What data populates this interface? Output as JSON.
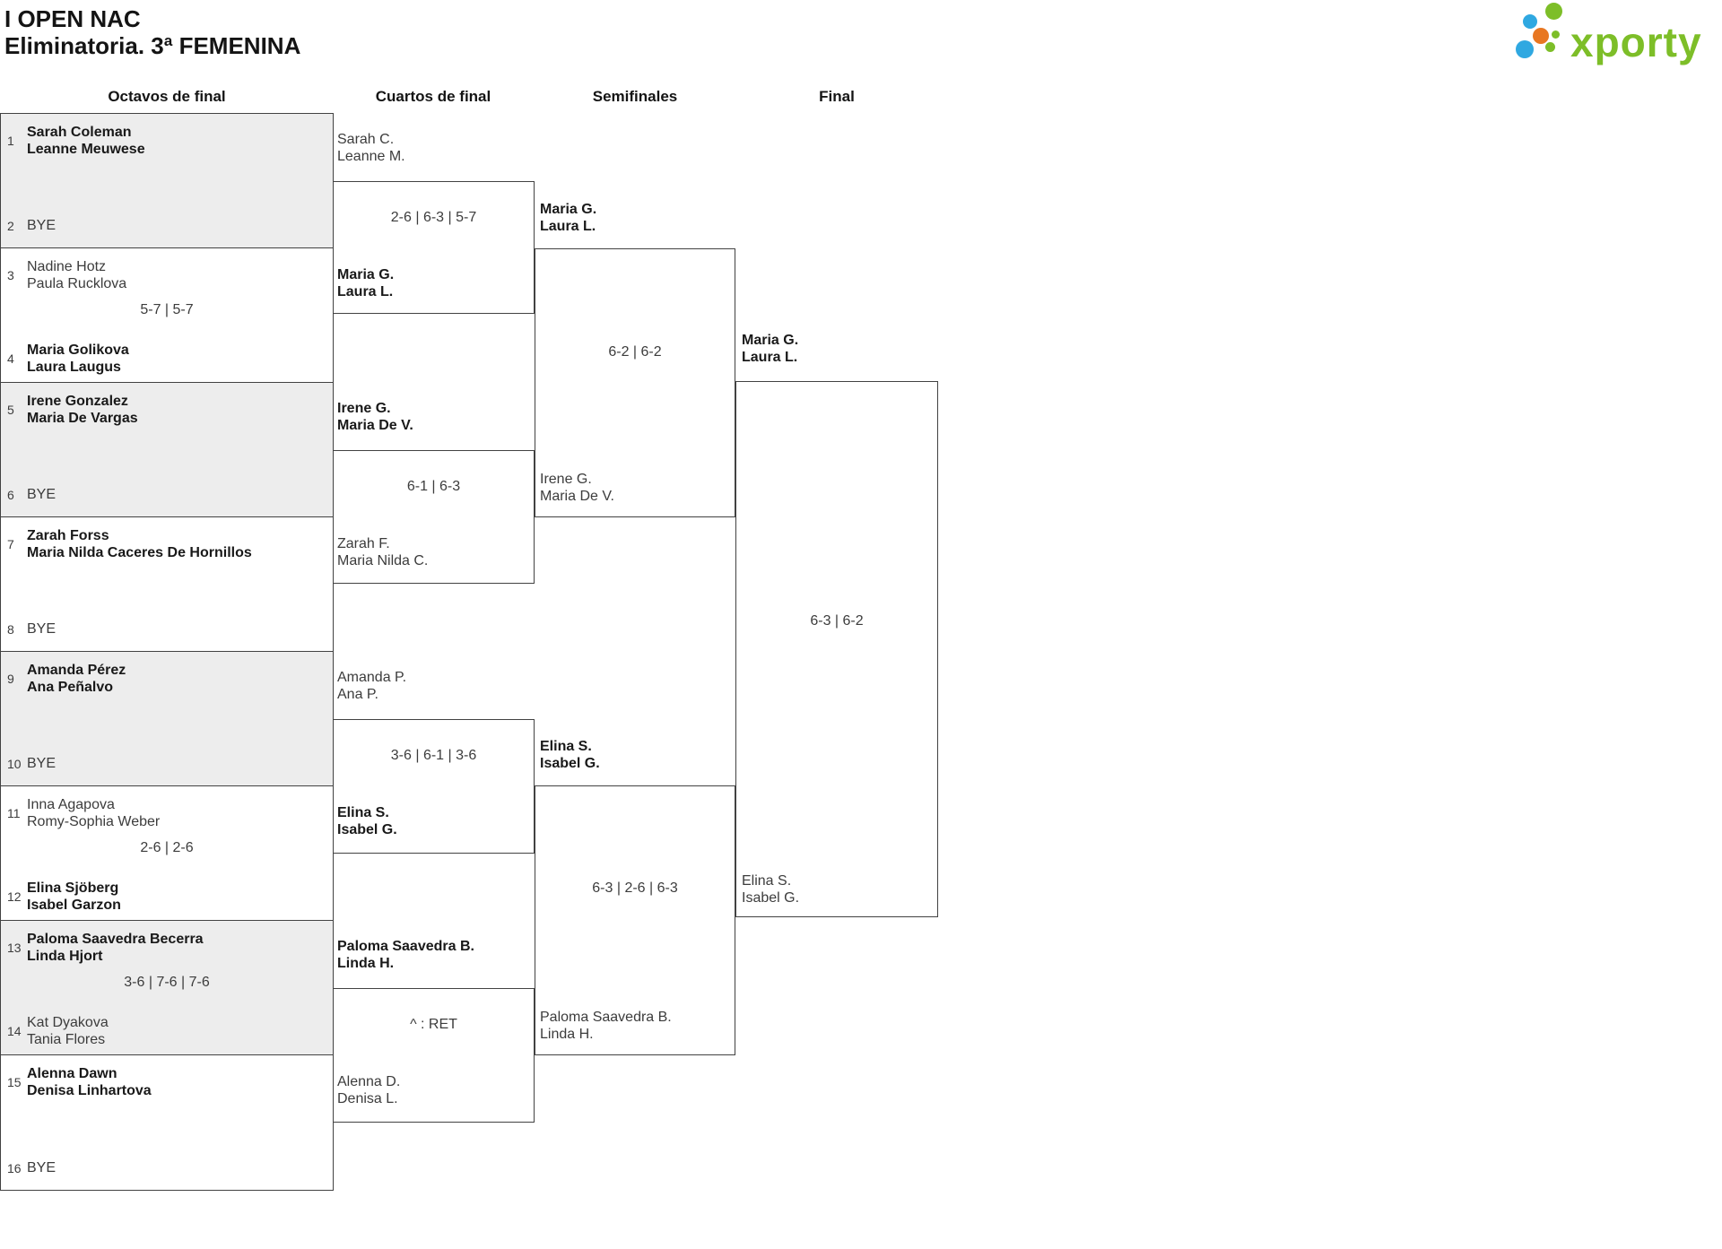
{
  "title": {
    "line1": "I OPEN NAC",
    "line2": "Eliminatoria. 3ª FEMENINA"
  },
  "logo": {
    "text": "xporty"
  },
  "rounds": [
    "Octavos de final",
    "Cuartos de final",
    "Semifinales",
    "Final"
  ],
  "colors": {
    "logo_green": "#7DBE28",
    "logo_blue": "#2FA8E1",
    "logo_orange": "#E87722",
    "shaded_cell": "#EDEDED",
    "line": "#424242"
  },
  "r16": [
    {
      "top_seed": "1",
      "top_team": [
        "Sarah Coleman",
        "Leanne Meuwese"
      ],
      "top_winner": true,
      "bottom_seed": "2",
      "bottom_team": [
        "BYE"
      ],
      "bottom_winner": false
    },
    {
      "top_seed": "3",
      "top_team": [
        "Nadine Hotz",
        "Paula Rucklova"
      ],
      "top_winner": false,
      "score": "5-7 | 5-7",
      "bottom_seed": "4",
      "bottom_team": [
        "Maria Golikova",
        "Laura Laugus"
      ],
      "bottom_winner": true
    },
    {
      "top_seed": "5",
      "top_team": [
        "Irene Gonzalez",
        "Maria De Vargas"
      ],
      "top_winner": true,
      "bottom_seed": "6",
      "bottom_team": [
        "BYE"
      ],
      "bottom_winner": false
    },
    {
      "top_seed": "7",
      "top_team": [
        "Zarah Forss",
        "Maria Nilda Caceres De Hornillos"
      ],
      "top_winner": true,
      "bottom_seed": "8",
      "bottom_team": [
        "BYE"
      ],
      "bottom_winner": false
    },
    {
      "top_seed": "9",
      "top_team": [
        "Amanda Pérez",
        "Ana Peñalvo"
      ],
      "top_winner": true,
      "bottom_seed": "10",
      "bottom_team": [
        "BYE"
      ],
      "bottom_winner": false
    },
    {
      "top_seed": "11",
      "top_team": [
        "Inna Agapova",
        "Romy-Sophia Weber"
      ],
      "top_winner": false,
      "score": "2-6 | 2-6",
      "bottom_seed": "12",
      "bottom_team": [
        "Elina Sjöberg",
        "Isabel Garzon"
      ],
      "bottom_winner": true
    },
    {
      "top_seed": "13",
      "top_team": [
        "Paloma Saavedra Becerra",
        "Linda Hjort"
      ],
      "top_winner": true,
      "score": "3-6 | 7-6 | 7-6",
      "bottom_seed": "14",
      "bottom_team": [
        "Kat Dyakova",
        "Tania Flores"
      ],
      "bottom_winner": false
    },
    {
      "top_seed": "15",
      "top_team": [
        "Alenna Dawn",
        "Denisa Linhartova"
      ],
      "top_winner": true,
      "bottom_seed": "16",
      "bottom_team": [
        "BYE"
      ],
      "bottom_winner": false
    }
  ],
  "qf": [
    {
      "top_team": [
        "Sarah C.",
        "Leanne M."
      ],
      "top_winner": false,
      "score": "2-6 | 6-3 | 5-7",
      "bottom_team": [
        "Maria G.",
        "Laura L."
      ],
      "bottom_winner": true
    },
    {
      "top_team": [
        "Irene G.",
        "Maria De V."
      ],
      "top_winner": true,
      "score": "6-1 | 6-3",
      "bottom_team": [
        "Zarah F.",
        "Maria Nilda C."
      ],
      "bottom_winner": false
    },
    {
      "top_team": [
        "Amanda P.",
        "Ana P."
      ],
      "top_winner": false,
      "score": "3-6 | 6-1 | 3-6",
      "bottom_team": [
        "Elina S.",
        "Isabel G."
      ],
      "bottom_winner": true
    },
    {
      "top_team": [
        "Paloma Saavedra B.",
        "Linda H."
      ],
      "top_winner": true,
      "score": "^ : RET",
      "bottom_team": [
        "Alenna D.",
        "Denisa L."
      ],
      "bottom_winner": false
    }
  ],
  "sf": [
    {
      "top_team": [
        "Maria G.",
        "Laura L."
      ],
      "top_winner": true,
      "score": "6-2 | 6-2",
      "bottom_team": [
        "Irene G.",
        "Maria De V."
      ],
      "bottom_winner": false
    },
    {
      "top_team": [
        "Elina S.",
        "Isabel G."
      ],
      "top_winner": true,
      "score": "6-3 | 2-6 | 6-3",
      "bottom_team": [
        "Paloma Saavedra B.",
        "Linda H."
      ],
      "bottom_winner": false
    }
  ],
  "final": {
    "top_team": [
      "Maria G.",
      "Laura L."
    ],
    "top_winner": true,
    "score": "6-3 | 6-2",
    "bottom_team": [
      "Elina S.",
      "Isabel G."
    ],
    "bottom_winner": false
  }
}
